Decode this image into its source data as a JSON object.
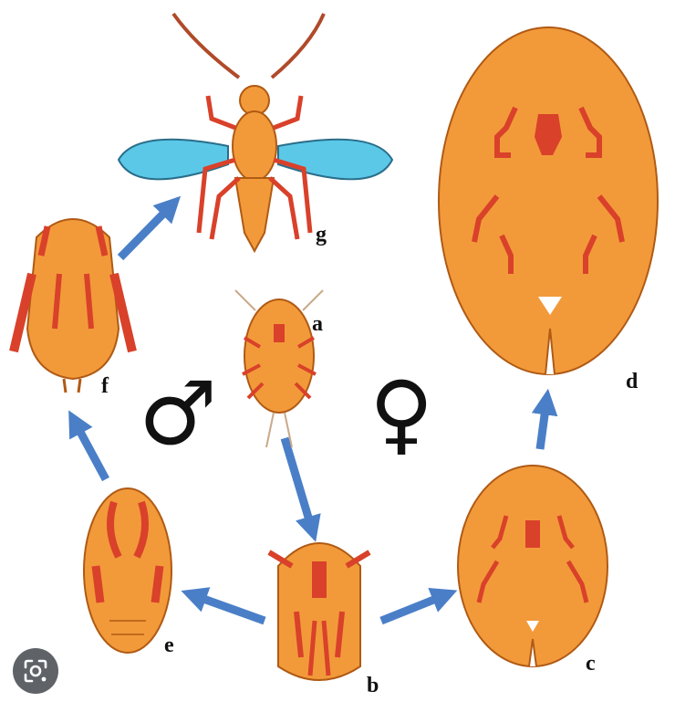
{
  "stages": {
    "a": "a",
    "b": "b",
    "c": "c",
    "d": "d",
    "e": "e",
    "f": "f",
    "g": "g"
  },
  "symbols": {
    "male": "♂",
    "female": "♀"
  },
  "colors": {
    "body": "#F29A3A",
    "body_outline": "#B05A14",
    "legs": "#D9412A",
    "wing": "#5BC8E8",
    "arrow": "#4A7FC8"
  },
  "icons": {
    "lens_button": "google-lens-icon"
  }
}
